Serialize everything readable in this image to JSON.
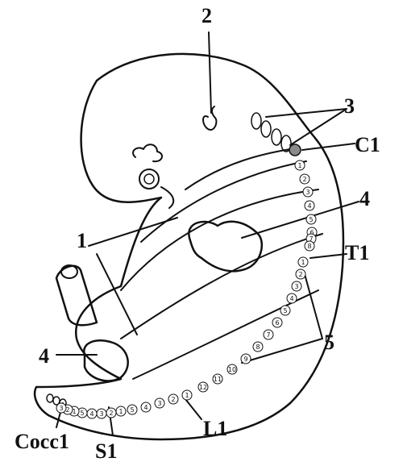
{
  "labels": {
    "l2": "2",
    "l3": "3",
    "c1": "C1",
    "l4_upper": "4",
    "l1": "1",
    "t1": "T1",
    "l5": "5",
    "l4_lower": "4",
    "l1_lumbar": "L1",
    "cocc1": "Cocc1",
    "s1": "S1"
  },
  "segment_numbers": {
    "cervical": [
      "1",
      "2",
      "3",
      "4",
      "5",
      "6",
      "7",
      "8"
    ],
    "thoracic": [
      "1",
      "2",
      "3",
      "4",
      "5",
      "6",
      "7",
      "8",
      "9",
      "10",
      "11",
      "12"
    ],
    "lumbar": [
      "1",
      "2",
      "3",
      "4",
      "5"
    ],
    "sacral": [
      "1",
      "2",
      "3",
      "4",
      "5"
    ],
    "coccygeal": [
      "1",
      "2",
      "3"
    ]
  },
  "colors": {
    "line": "#111111",
    "c1_marker": "#8a8a8a",
    "background": "#ffffff"
  }
}
